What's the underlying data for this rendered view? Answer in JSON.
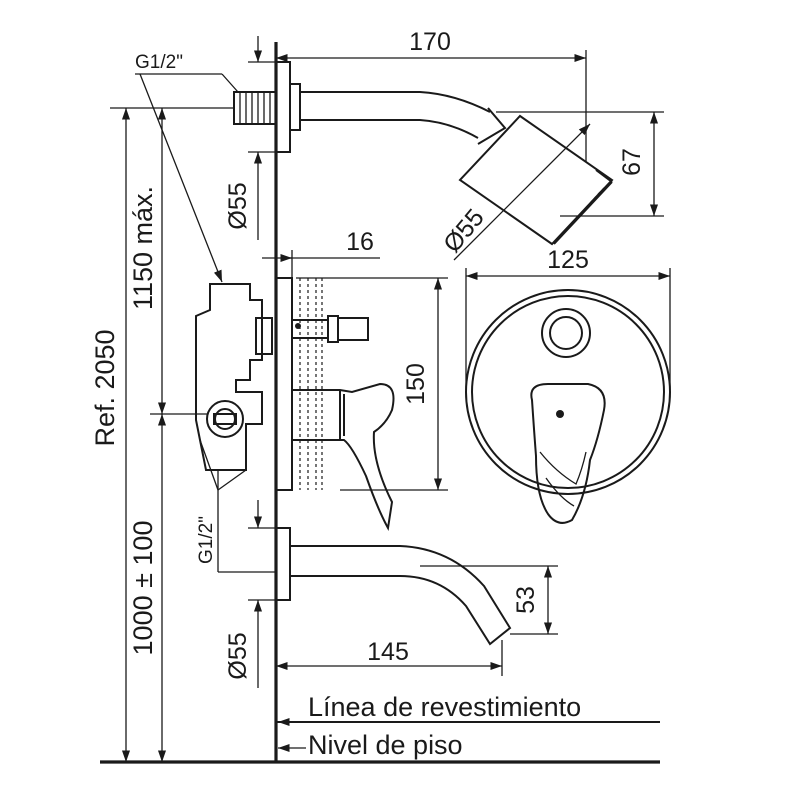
{
  "dimensions": {
    "width_170": "170",
    "height_67": "67",
    "diam_55_shower": "Ø55",
    "diam_55_wall_top": "Ø55",
    "width_125": "125",
    "depth_16": "16",
    "height_150": "150",
    "height_1150": "1150 máx.",
    "ref_2050": "Ref. 2050",
    "height_1000": "1000 ± 100",
    "diam_55_spout": "Ø55",
    "height_53": "53",
    "width_145": "145"
  },
  "threads": {
    "top": "G1/2\"",
    "bottom": "G1/2\""
  },
  "labels": {
    "line_cladding": "Línea de revestimiento",
    "floor_level": "Nivel de piso"
  }
}
